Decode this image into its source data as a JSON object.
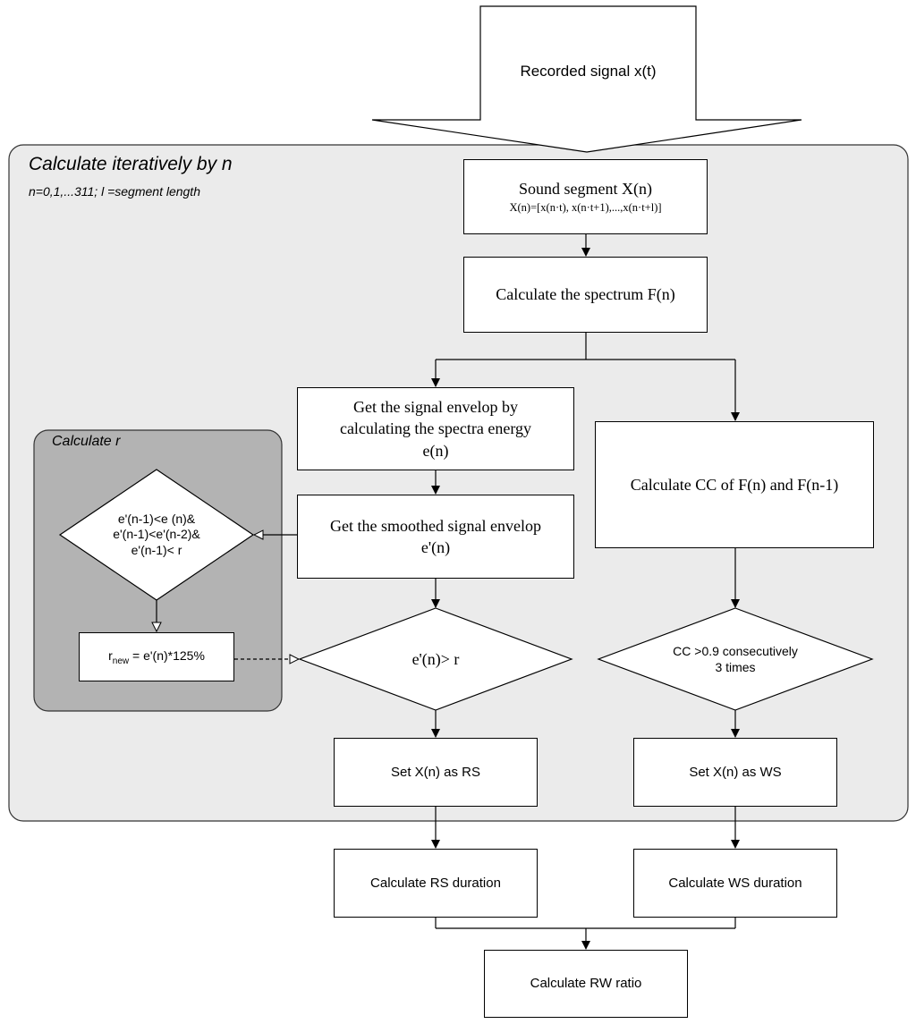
{
  "regions": {
    "outer": {
      "title": "Calculate iteratively by n",
      "subtitle": "n=0,1,...311; l =segment length"
    },
    "inner": {
      "title": "Calculate r"
    }
  },
  "nodes": {
    "input": {
      "label": "Recorded signal x(t)"
    },
    "segment": {
      "line1": "Sound segment X(n)",
      "line2": "X(n)=[x(n·t), x(n·t+1),...,x(n·t+l)]"
    },
    "spectrum": {
      "label": "Calculate the spectrum F(n)"
    },
    "envelope": {
      "line1": "Get the signal envelop by",
      "line2": "calculating the spectra energy",
      "line3": "e(n)"
    },
    "smoothed": {
      "line1": "Get the smoothed signal envelop",
      "line2": "e'(n)"
    },
    "cc": {
      "label": "Calculate CC of F(n) and F(n-1)"
    },
    "cond_r": {
      "line1": "e'(n-1)<e (n)&",
      "line2": "e'(n-1)<e'(n-2)&",
      "line3": "e'(n-1)< r"
    },
    "r_new": {
      "label": "r",
      "subscript": "new",
      "rest": " = e'(n)*125%"
    },
    "threshold": {
      "label": "e'(n)> r"
    },
    "cc_test": {
      "line1": "CC >0.9 consecutively",
      "line2": "3 times"
    },
    "set_rs": {
      "label": "Set X(n) as RS"
    },
    "set_ws": {
      "label": "Set X(n) as WS"
    },
    "rs_duration": {
      "label": "Calculate RS duration"
    },
    "ws_duration": {
      "label": "Calculate WS duration"
    },
    "rw_ratio": {
      "label": "Calculate RW ratio"
    }
  }
}
